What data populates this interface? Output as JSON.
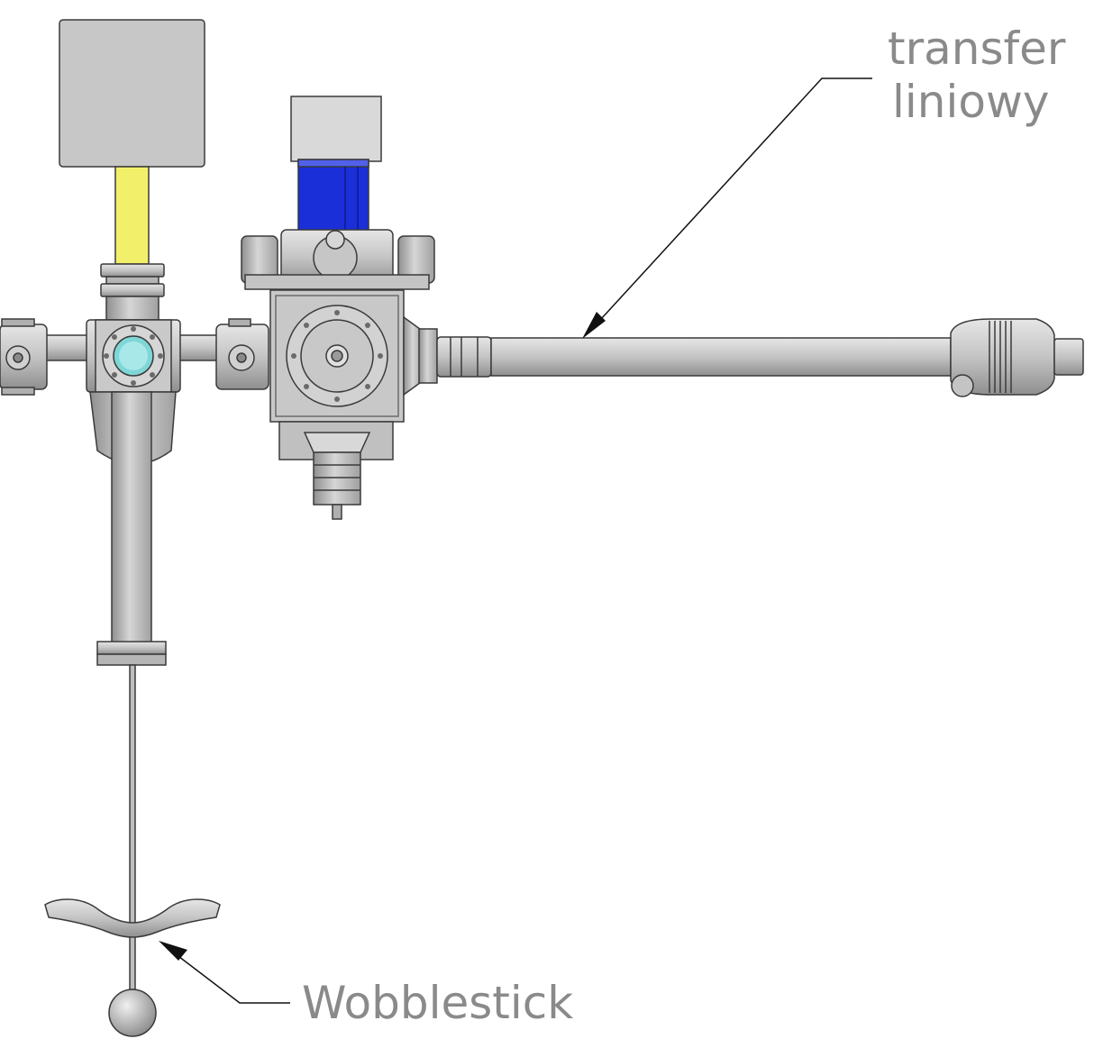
{
  "labels": {
    "transfer_line1": "transfer",
    "transfer_line2": "liniowy",
    "wobblestick": "Wobblestick"
  },
  "colors": {
    "metal": "#c8c8c8",
    "metal_dark": "#9a9a9a",
    "outline": "#3a3a3a",
    "yellow_tube": "#f2f06a",
    "motor_blue": "#1a2fd8",
    "viewport_cyan": "#7fd6d6",
    "label_gray": "#8a8a8a"
  }
}
